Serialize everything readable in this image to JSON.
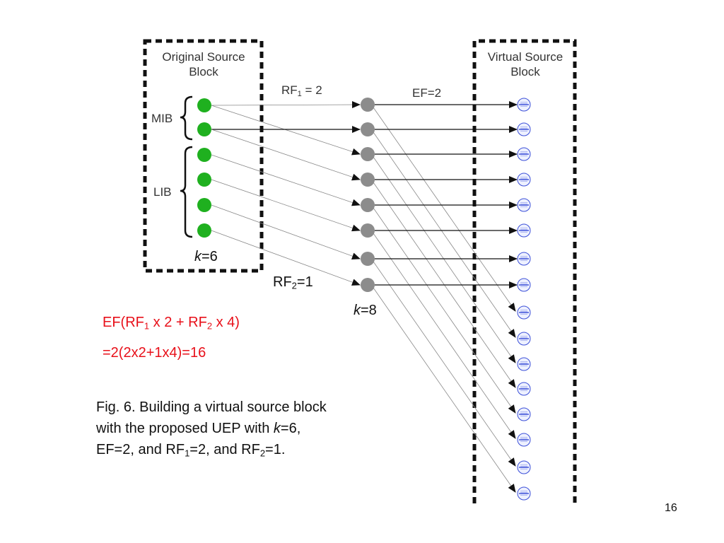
{
  "diagram": {
    "original_block": {
      "title": "Original Source Block",
      "group_mib": "MIB",
      "group_lib": "LIB",
      "k_var": "k",
      "k_eq": "=6"
    },
    "virtual_block": {
      "title": "Virtual Source Block"
    },
    "middle": {
      "k_var": "k",
      "k_eq": "=8"
    },
    "rf1": {
      "base": "RF",
      "sub": "1",
      "rest": " = 2"
    },
    "ef": {
      "text": "EF=2"
    },
    "rf2": {
      "base": "RF",
      "sub": "2",
      "rest": "=1"
    },
    "formula": {
      "line1_a": "EF(RF",
      "line1_sub1": "1",
      "line1_b": " x 2 + RF",
      "line1_sub2": "2",
      "line1_c": " x 4)",
      "line2": "=2(2x2+1x4)=16"
    },
    "caption": {
      "line1": "Fig. 6. Building a virtual source block",
      "line2_a": "with the proposed UEP with ",
      "line2_k": "k",
      "line2_b": "=6,",
      "line3_a": "EF=2, and RF",
      "line3_sub1": "1",
      "line3_b": "=2, and RF",
      "line3_sub2": "2",
      "line3_c": "=1."
    },
    "counts": {
      "source_nodes": 6,
      "mid_nodes": 8,
      "virtual_nodes": 16
    }
  },
  "page_number": "16",
  "colors": {
    "source": "#1fb01f",
    "mid": "#8c8c8c",
    "virtual": "#3b4fd8",
    "formula": "#e8101a"
  }
}
